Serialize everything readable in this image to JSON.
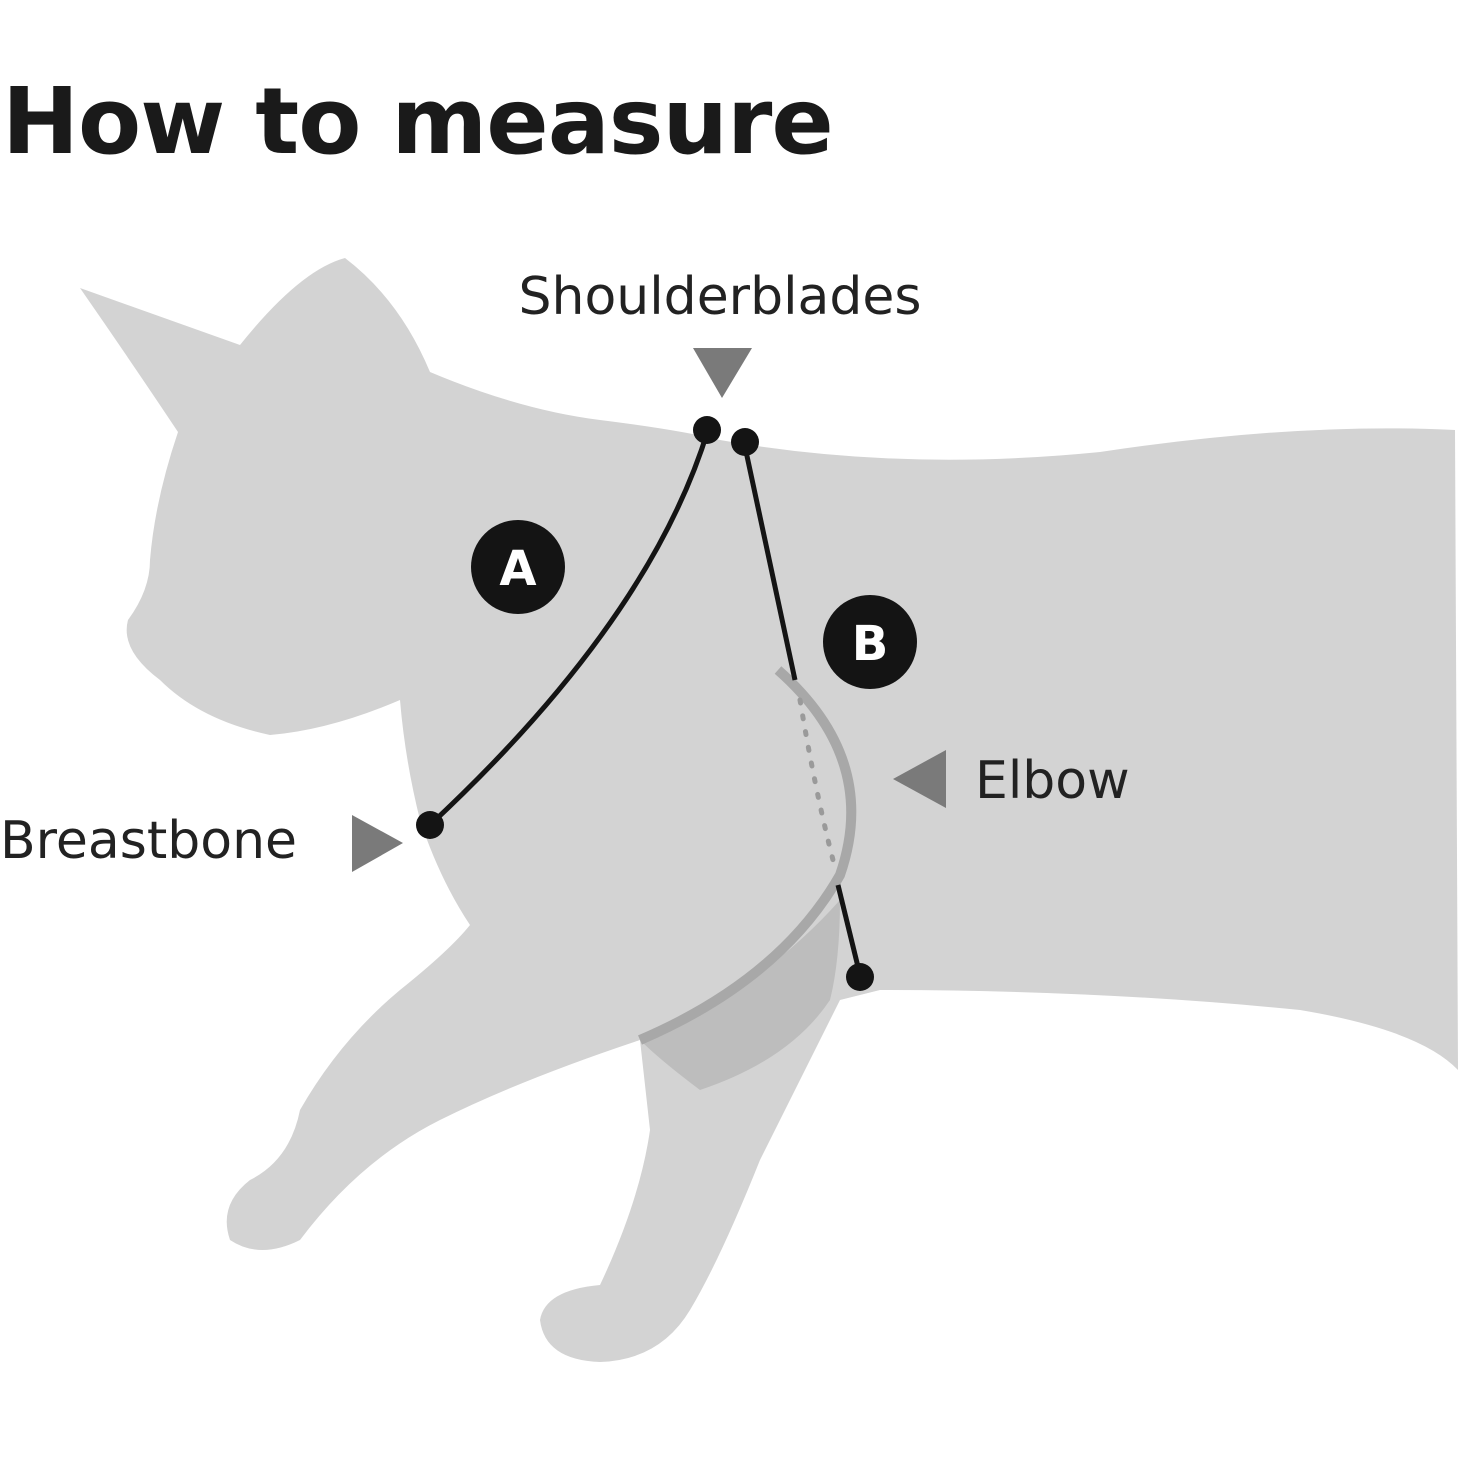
{
  "title": "How to measure",
  "labels": {
    "shoulderblades": "Shoulderblades",
    "breastbone": "Breastbone",
    "elbow": "Elbow"
  },
  "badges": {
    "a": "A",
    "b": "B"
  },
  "colors": {
    "cat": "#d3d3d3",
    "cat_shadow": "#bdbdbd",
    "line": "#141414",
    "arrow": "#7a7a7a",
    "strap": "#a8a8a8"
  }
}
